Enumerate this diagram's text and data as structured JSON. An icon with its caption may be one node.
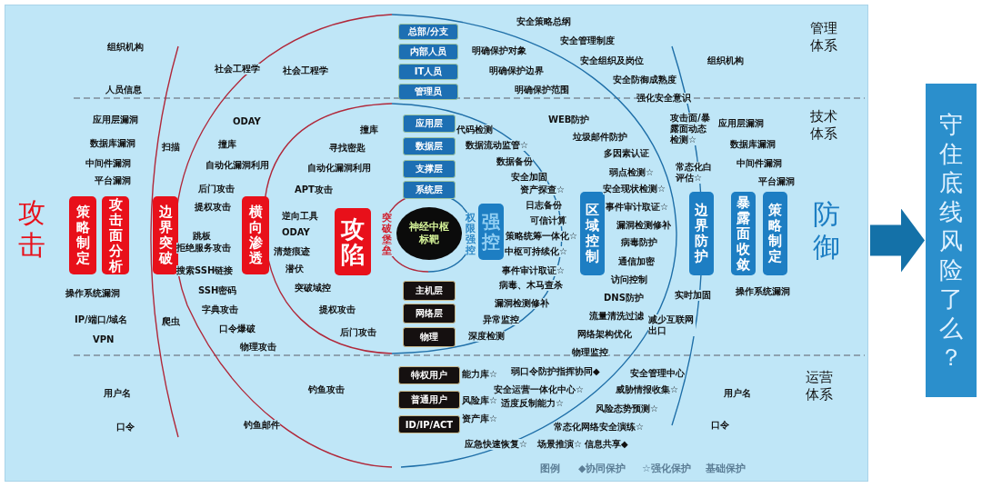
{
  "diagram": {
    "nodes": [
      {
        "text": [],
        "shape": "box"
      },
      {
        "text": [
          "策略制定"
        ],
        "in": 0
      },
      {
        "text": [
          "攻击面分析"
        ],
        "in": 0
      },
      {
        "text": [
          "边界突破"
        ],
        "in": 0
      },
      {
        "text": [
          "横向渗透"
        ],
        "in": 0
      },
      {
        "text": [
          "攻陷"
        ],
        "in": 0
      },
      {
        "text": [
          "神经中枢标靶"
        ],
        "in": 0
      },
      {
        "text": [
          "强控"
        ],
        "in": 0
      },
      {
        "text": [
          "区域控制"
        ],
        "in": 0
      },
      {
        "text": [
          "边界防护"
        ],
        "in": 0
      },
      {
        "text": [
          "暴露面收敛"
        ],
        "in": 0
      },
      {
        "text": [
          "策略制定"
        ],
        "in": 0
      },
      {
        "text": [
          "总部/分支"
        ],
        "in": 0
      },
      {
        "text": [
          "内部人员"
        ],
        "in": 0
      },
      {
        "text": [
          "IT人员"
        ],
        "in": 0
      },
      {
        "text": [
          "管理员"
        ],
        "in": 0
      },
      {
        "text": [
          "应用层"
        ],
        "in": 0
      },
      {
        "text": [
          "数据层"
        ],
        "in": 0
      },
      {
        "text": [
          "支撑层"
        ],
        "in": 0
      },
      {
        "text": [
          "系统层"
        ],
        "in": 0
      },
      {
        "text": [
          "主机层"
        ],
        "in": 0
      },
      {
        "text": [
          "网络层"
        ],
        "in": 0
      },
      {
        "text": [
          "物理"
        ],
        "in": 0
      },
      {
        "text": [
          "特权用户"
        ],
        "in": 0
      },
      {
        "text": [
          "普通用户"
        ],
        "in": 0
      },
      {
        "text": [
          "ID/IP/ACT"
        ],
        "in": 0
      },
      {
        "text": [
          "守住底线风险了么？"
        ]
      }
    ],
    "edges": [
      {
        "from": 0,
        "to": 26,
        "arrow": "to"
      }
    ],
    "labels": [
      "攻击",
      "突破堡垒",
      "权限强控",
      "防御",
      "安全策略总纲",
      "管理体系",
      "安全管理制度",
      "组织机构",
      "明确保护对象",
      "安全组织及岗位",
      "组织机构",
      "社会工程学",
      "社会工程学",
      "明确保护边界",
      "安全防御成熟度",
      "人员信息",
      "明确保护范围",
      "强化安全意识",
      "技术体系",
      "应用层漏洞",
      "ODAY",
      "WEB防护",
      "攻击面/暴露面动态检测☆",
      "应用层漏洞",
      "撞库",
      "代码检测",
      "垃圾邮件防护",
      "数据库漏洞",
      "扫描",
      "撞库",
      "寻找密匙",
      "数据流动监管☆",
      "数据库漏洞",
      "多因素认证",
      "中间件漏洞",
      "自动化漏洞利用",
      "自动化漏洞利用",
      "数据备份",
      "弱点检测☆",
      "常态化白评估☆",
      "中间件漏洞",
      "平台漏洞",
      "安全加固",
      "平台漏洞",
      "后门攻击",
      "APT攻击",
      "资产探查☆",
      "安全现状检测☆",
      "提权攻击",
      "日志备份",
      "事件审计取证☆",
      "逆向工具",
      "可信计算",
      "漏洞检测修补",
      "跳板",
      "ODAY",
      "策略统筹一体化☆",
      "病毒防护",
      "拒绝服务攻击",
      "清楚痕迹",
      "中枢可持续化☆",
      "通信加密",
      "搜索SSH链接",
      "潜伏",
      "事件审计取证☆",
      "访问控制",
      "操作系统漏洞",
      "SSH密码",
      "突破域控",
      "病毒、木马查杀",
      "DNS防护",
      "实时加固",
      "操作系统漏洞",
      "字典攻击",
      "提权攻击",
      "漏洞检测修补",
      "IP/端口/域名",
      "爬虫",
      "异常监控",
      "流量清洗过滤",
      "减少互联网出口",
      "VPN",
      "口令爆破",
      "后门攻击",
      "深度检测",
      "网络架构优化",
      "物理攻击",
      "物理监控",
      "能力库☆",
      "弱口令防护指挥协同◆",
      "安全管理中心",
      "运营体系",
      "用户名",
      "钓鱼攻击",
      "安全运营一体化中心☆",
      "威胁情报收集☆",
      "用户名",
      "风险库☆",
      "适度反制能力☆",
      "风险态势预测☆",
      "资产库☆",
      "口令",
      "钓鱼邮件",
      "常态化网络安全演练☆",
      "口令",
      "应急快速恢复☆",
      "场景推演☆",
      "信息共享◆",
      "图例",
      "◆协同保护",
      "☆强化保护",
      "基础保护"
    ]
  }
}
